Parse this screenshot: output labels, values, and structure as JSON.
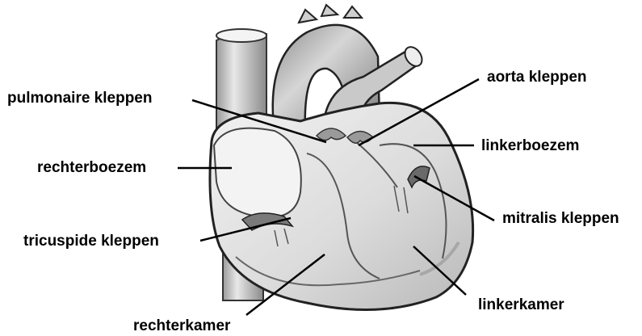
{
  "labels": {
    "pulmonaire_kleppen": "pulmonaire kleppen",
    "aorta_kleppen": "aorta kleppen",
    "rechterboezem": "rechterboezem",
    "linkerboezem": "linkerboezem",
    "tricuspide_kleppen": "tricuspide kleppen",
    "mitralis_kleppen": "mitralis kleppen",
    "rechterkamer": "rechterkamer",
    "linkerkamer": "linkerkamer"
  },
  "colors": {
    "ink": "#000000",
    "heart_fill": "#e6e6e6",
    "heart_shade": "#bdbdbd",
    "heart_dark": "#6e6e6e"
  }
}
